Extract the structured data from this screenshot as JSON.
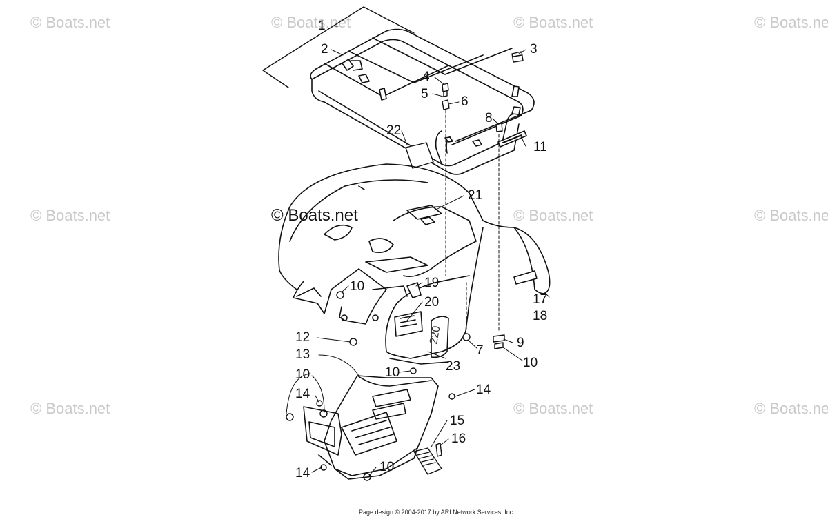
{
  "watermark": {
    "text": "© Boats.net",
    "center_text": "© Boats.net"
  },
  "callouts": {
    "c1": "1",
    "c2": "2",
    "c3": "3",
    "c4": "4",
    "c5": "5",
    "c6": "6",
    "c7": "7",
    "c8": "8",
    "c9": "9",
    "c10a": "10",
    "c10b": "10",
    "c10c": "10",
    "c10d": "10",
    "c10e": "10",
    "c11": "11",
    "c12": "12",
    "c13": "13",
    "c14a": "14",
    "c14b": "14",
    "c14c": "14",
    "c15": "15",
    "c16": "16",
    "c17": "17",
    "c18": "18",
    "c19": "19",
    "c20": "20",
    "c21": "21",
    "c22": "22",
    "c23": "23"
  },
  "footer": {
    "text": "Page design © 2004-2017 by ARI Network Services, Inc."
  }
}
